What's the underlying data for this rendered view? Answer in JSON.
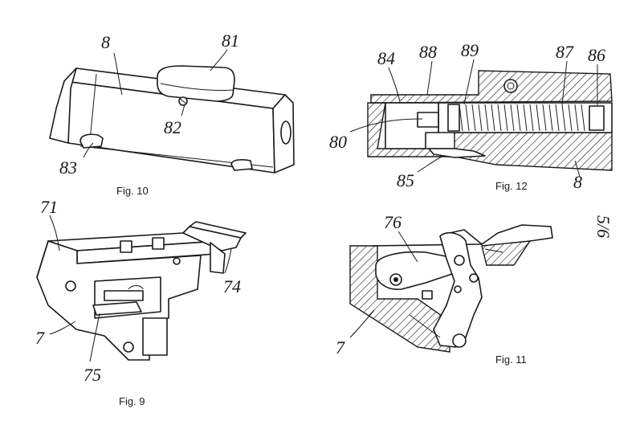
{
  "sheet_number": "5/6",
  "figures": [
    {
      "caption": "Fig. 10",
      "labels": [
        "8",
        "81",
        "82",
        "83"
      ]
    },
    {
      "caption": "Fig. 12",
      "labels": [
        "84",
        "88",
        "89",
        "87",
        "86",
        "80",
        "85",
        "8"
      ]
    },
    {
      "caption": "Fig. 9",
      "labels": [
        "71",
        "74",
        "7",
        "75"
      ]
    },
    {
      "caption": "Fig. 11",
      "labels": [
        "76",
        "7"
      ]
    }
  ]
}
